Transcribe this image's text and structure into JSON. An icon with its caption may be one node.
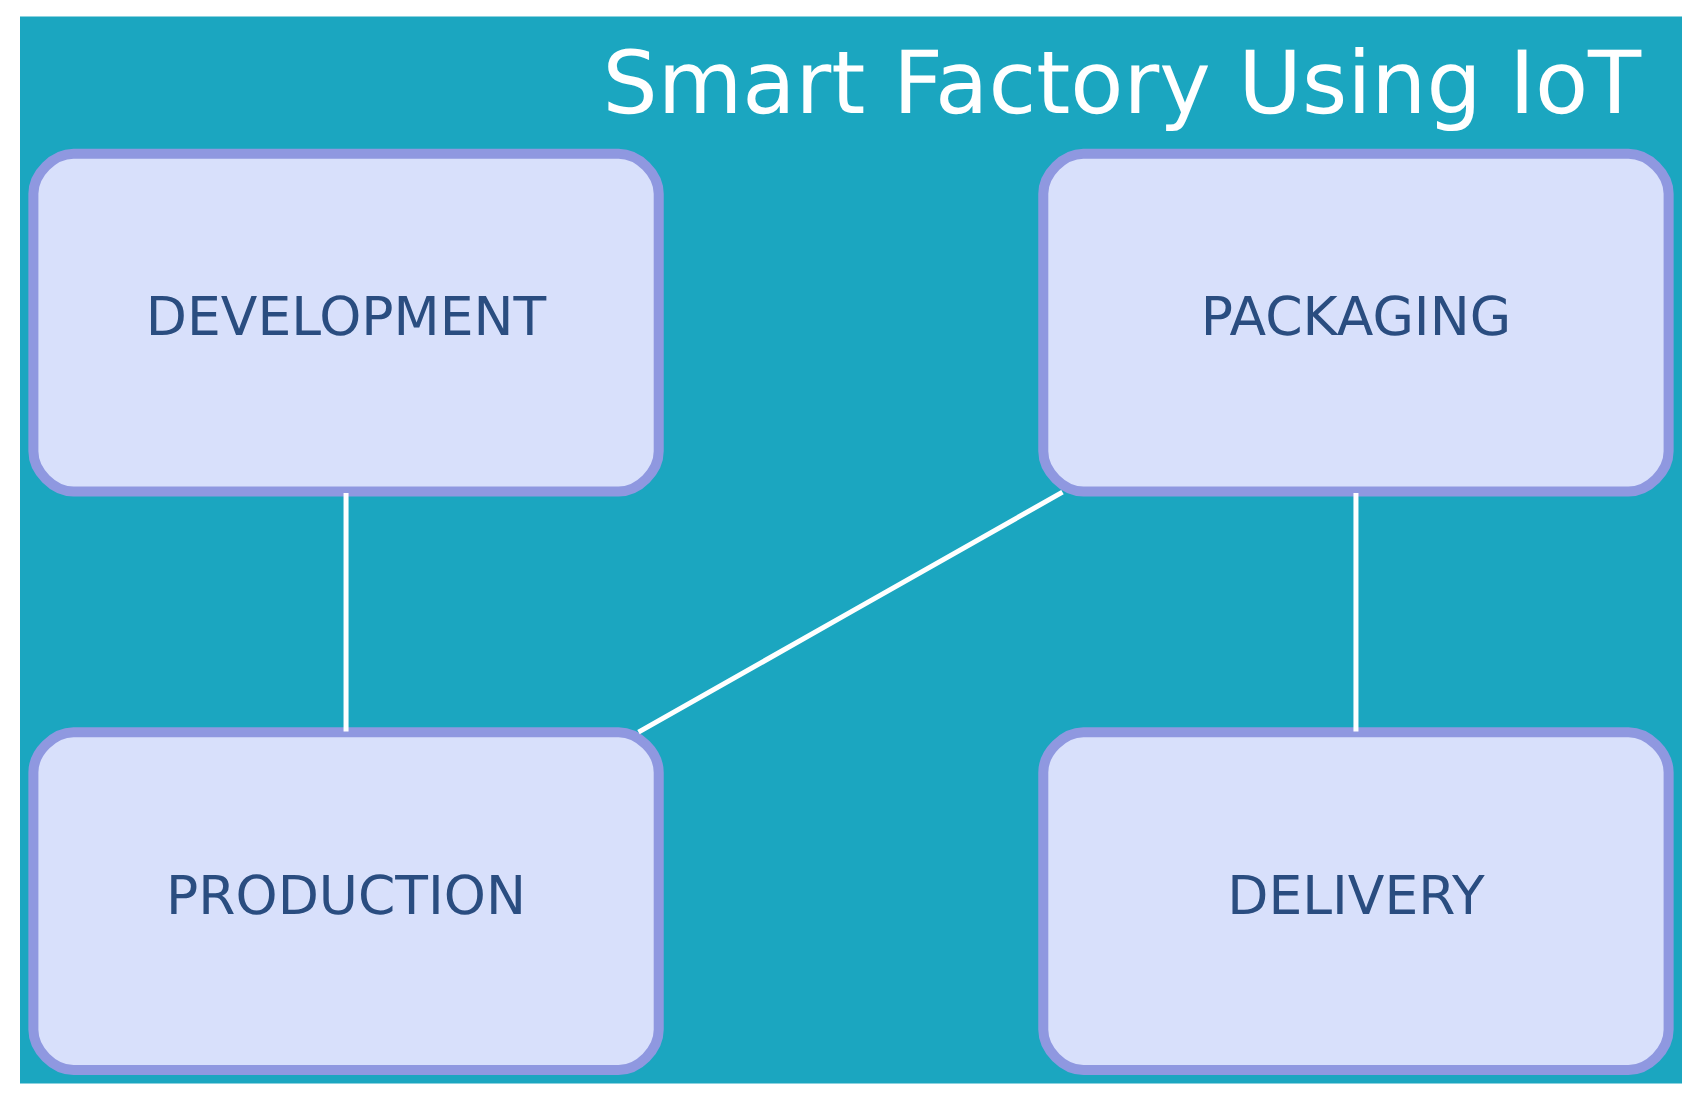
{
  "diagram": {
    "title": "Smart Factory Using IoT",
    "nodes": [
      {
        "text": [
          "DEVELOPMENT"
        ]
      },
      {
        "text": [
          "PACKAGING"
        ]
      },
      {
        "text": [
          "PRODUCTION"
        ]
      },
      {
        "text": [
          "DELIVERY"
        ]
      }
    ],
    "edges": [
      {
        "from": 0,
        "to": 2,
        "arrow": "none"
      },
      {
        "from": 2,
        "to": 1,
        "arrow": "none"
      },
      {
        "from": 1,
        "to": 3,
        "arrow": "none"
      }
    ]
  }
}
